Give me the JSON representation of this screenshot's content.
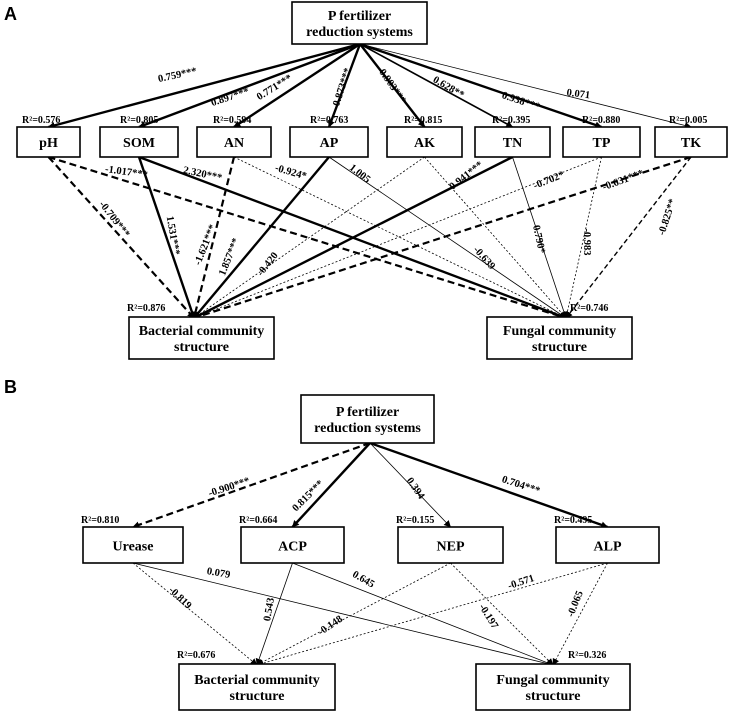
{
  "panels": [
    {
      "label": "A",
      "source": {
        "lines": [
          "P fertilizer",
          "reduction systems"
        ]
      },
      "mediators": [
        {
          "id": "pH",
          "label": "pH",
          "r2": "R²=0.576"
        },
        {
          "id": "SOM",
          "label": "SOM",
          "r2": "R²=0.805"
        },
        {
          "id": "AN",
          "label": "AN",
          "r2": "R²=0.594"
        },
        {
          "id": "AP",
          "label": "AP",
          "r2": "R²=0.763"
        },
        {
          "id": "AK",
          "label": "AK",
          "r2": "R²=0.815"
        },
        {
          "id": "TN",
          "label": "TN",
          "r2": "R²=0.395"
        },
        {
          "id": "TP",
          "label": "TP",
          "r2": "R²=0.880"
        },
        {
          "id": "TK",
          "label": "TK",
          "r2": "R²=0.005"
        }
      ],
      "targets": [
        {
          "id": "bac",
          "lines": [
            "Bacterial community",
            "structure"
          ],
          "r2": "R²=0.876"
        },
        {
          "id": "fun",
          "lines": [
            "Fungal community",
            "structure"
          ],
          "r2": "R²=0.746"
        }
      ],
      "paths_from_source": [
        {
          "to": "pH",
          "coef": "0.759***",
          "style": "solid-thick"
        },
        {
          "to": "SOM",
          "coef": "0.897***",
          "style": "solid-thick"
        },
        {
          "to": "AN",
          "coef": "0.771***",
          "style": "solid-thick"
        },
        {
          "to": "AP",
          "coef": "0.873***",
          "style": "solid-thick"
        },
        {
          "to": "AK",
          "coef": "0.903***",
          "style": "solid-thick"
        },
        {
          "to": "TN",
          "coef": "0.628**",
          "style": "solid-medium"
        },
        {
          "to": "TP",
          "coef": "0.938***",
          "style": "solid-thick"
        },
        {
          "to": "TK",
          "coef": "0.071",
          "style": "solid-thin"
        }
      ],
      "paths_to_targets": [
        {
          "from": "pH",
          "to": "bac",
          "coef": "-0.709***",
          "style": "dashed-thick"
        },
        {
          "from": "pH",
          "to": "fun",
          "coef": "-1.017***",
          "style": "dashed-thick"
        },
        {
          "from": "SOM",
          "to": "bac",
          "coef": "1.531***",
          "style": "solid-thick"
        },
        {
          "from": "SOM",
          "to": "fun",
          "coef": "2.320***",
          "style": "solid-thick"
        },
        {
          "from": "AN",
          "to": "bac",
          "coef": "-1.621***",
          "style": "dashed-thick"
        },
        {
          "from": "AN",
          "to": "fun",
          "coef": "-0.924*",
          "style": "dotted-thin"
        },
        {
          "from": "AP",
          "to": "bac",
          "coef": "1.857***",
          "style": "solid-thick"
        },
        {
          "from": "AP",
          "to": "fun",
          "coef": "1.005",
          "style": "solid-thin"
        },
        {
          "from": "AK",
          "to": "bac",
          "coef": "-0.420",
          "style": "dotted-thin"
        },
        {
          "from": "AK",
          "to": "fun",
          "coef": "-0.639",
          "style": "dotted-thin"
        },
        {
          "from": "TN",
          "to": "bac",
          "coef": "0.941***",
          "style": "solid-thick"
        },
        {
          "from": "TN",
          "to": "fun",
          "coef": "0.790*",
          "style": "solid-thin"
        },
        {
          "from": "TP",
          "to": "bac",
          "coef": "-0.702*",
          "style": "dotted-thin"
        },
        {
          "from": "TP",
          "to": "fun",
          "coef": "-0.983",
          "style": "dotted-thin"
        },
        {
          "from": "TK",
          "to": "bac",
          "coef": "-0.631***",
          "style": "dashed-thick"
        },
        {
          "from": "TK",
          "to": "fun",
          "coef": "-0.825**",
          "style": "dashed-medium"
        }
      ]
    },
    {
      "label": "B",
      "source": {
        "lines": [
          "P fertilizer",
          "reduction systems"
        ]
      },
      "mediators": [
        {
          "id": "Urease",
          "label": "Urease",
          "r2": "R²=0.810"
        },
        {
          "id": "ACP",
          "label": "ACP",
          "r2": "R²=0.664"
        },
        {
          "id": "NEP",
          "label": "NEP",
          "r2": "R²=0.155"
        },
        {
          "id": "ALP",
          "label": "ALP",
          "r2": "R²=0.495"
        }
      ],
      "targets": [
        {
          "id": "bac",
          "lines": [
            "Bacterial community",
            "structure"
          ],
          "r2": "R²=0.676"
        },
        {
          "id": "fun",
          "lines": [
            "Fungal community",
            "structure"
          ],
          "r2": "R²=0.326"
        }
      ],
      "paths_from_source": [
        {
          "to": "Urease",
          "coef": "-0.900***",
          "style": "dashed-thick"
        },
        {
          "to": "ACP",
          "coef": "0.815***",
          "style": "solid-thick"
        },
        {
          "to": "NEP",
          "coef": "0.394",
          "style": "solid-thin"
        },
        {
          "to": "ALP",
          "coef": "0.704***",
          "style": "solid-thick"
        }
      ],
      "paths_to_targets": [
        {
          "from": "Urease",
          "to": "bac",
          "coef": "-0.819",
          "style": "dotted-thin"
        },
        {
          "from": "Urease",
          "to": "fun",
          "coef": "0.079",
          "style": "solid-thin"
        },
        {
          "from": "ACP",
          "to": "bac",
          "coef": "0.543",
          "style": "solid-thin"
        },
        {
          "from": "ACP",
          "to": "fun",
          "coef": "0.645",
          "style": "solid-thin"
        },
        {
          "from": "NEP",
          "to": "bac",
          "coef": "-0.148",
          "style": "dotted-thin"
        },
        {
          "from": "NEP",
          "to": "fun",
          "coef": "-0.197",
          "style": "dotted-thin"
        },
        {
          "from": "ALP",
          "to": "bac",
          "coef": "-0.571",
          "style": "dotted-thin"
        },
        {
          "from": "ALP",
          "to": "fun",
          "coef": "-0.065",
          "style": "dotted-thin"
        }
      ]
    }
  ]
}
